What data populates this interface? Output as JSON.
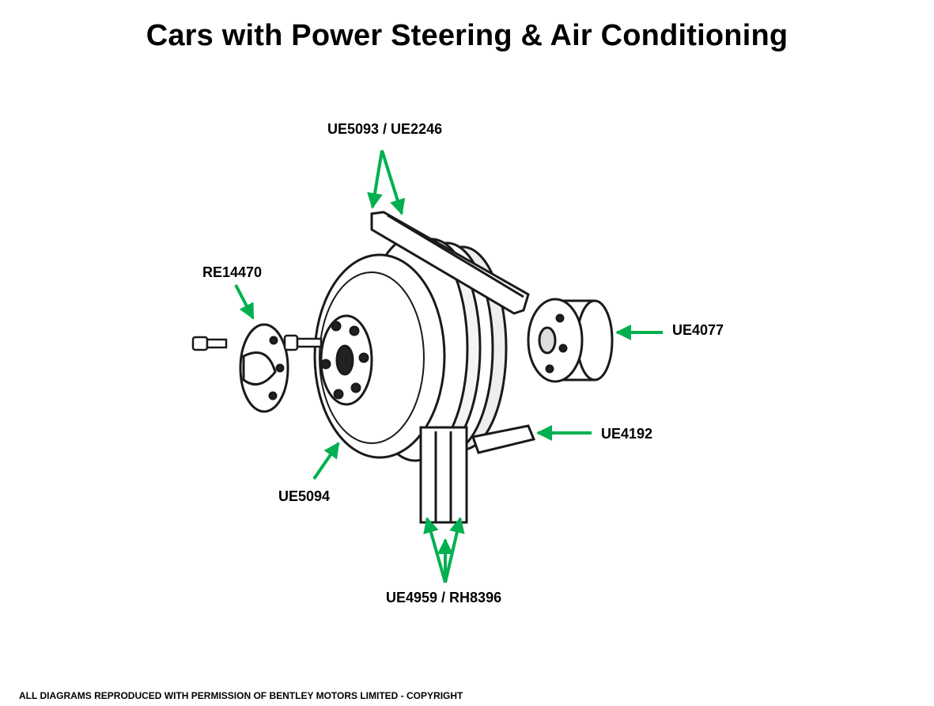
{
  "title": "Cars with Power Steering & Air Conditioning",
  "labels": {
    "belts_top": "UE5093 / UE2246",
    "bolt_plate": "RE14470",
    "pulley_boss": "UE4077",
    "belt_side": "UE4192",
    "pulley": "UE5094",
    "belts_bottom": "UE4959 / RH8396"
  },
  "footer": "ALL DIAGRAMS REPRODUCED WITH PERMISSION OF BENTLEY MOTORS LIMITED - COPYRIGHT",
  "colors": {
    "arrow": "#00b050",
    "line": "#1a1a1a"
  }
}
